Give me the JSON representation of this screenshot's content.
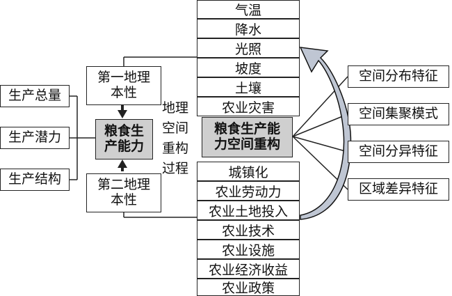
{
  "factors_top": [
    "气温",
    "降水",
    "光照",
    "坡度",
    "土壤",
    "农业灾害"
  ],
  "factors_bottom": [
    "城镇化",
    "农业劳动力",
    "农业土地投入",
    "农业技术",
    "农业设施",
    "农业经济收益",
    "农业政策"
  ],
  "left_items": [
    "生产总量",
    "生产潜力",
    "生产结构"
  ],
  "first_nature": "第一地理本性",
  "second_nature": "第二地理本性",
  "center_left": "粮食生产能力",
  "center_right": "粮食生产能力空间重构",
  "process_label": [
    "地理",
    "空间",
    "重构",
    "过程"
  ],
  "right_items": [
    "空间分布特征",
    "空间集聚模式",
    "空间分异特征",
    "区域差异特征"
  ],
  "colors": {
    "gray_fill": "#cfcfcf",
    "arrow_fill": "#bfc6d3",
    "line": "#222222"
  }
}
